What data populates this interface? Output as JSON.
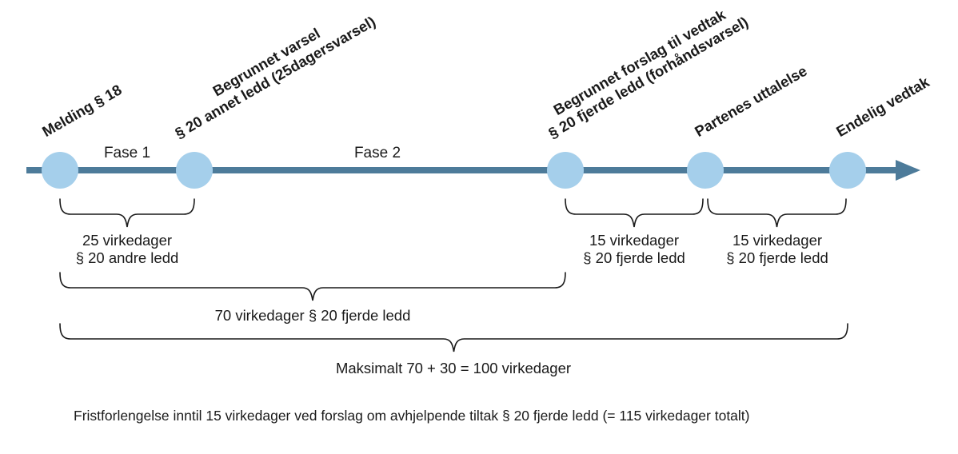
{
  "colors": {
    "background": "#ffffff",
    "node_fill": "#a5cfeb",
    "timeline": "#4d7b9a",
    "text": "#1a1a1a"
  },
  "timeline": {
    "phase_labels": [
      {
        "label": "Fase 1"
      },
      {
        "label": "Fase 2"
      }
    ],
    "milestones": [
      {
        "lines": [
          "Melding § 18"
        ]
      },
      {
        "lines": [
          "Begrunnet varsel",
          "§ 20 annet ledd (25dagersvarsel)"
        ]
      },
      {
        "lines": [
          "Begrunnet forslag til vedtak",
          "§ 20 fjerde ledd (forhåndsvarsel)"
        ]
      },
      {
        "lines": [
          "Partenes uttalelse"
        ]
      },
      {
        "lines": [
          "Endelig vedtak"
        ]
      }
    ]
  },
  "durations": {
    "phase1": {
      "lines": [
        "25 virkedager",
        "§ 20 andre ledd"
      ]
    },
    "proposal": {
      "lines": [
        "15 virkedager",
        "§ 20 fjerde ledd"
      ]
    },
    "statement": {
      "lines": [
        "15 virkedager",
        "§ 20 fjerde ledd"
      ]
    },
    "total70": {
      "label": "70 virkedager § 20 fjerde ledd"
    },
    "max100": {
      "label": "Maksimalt 70 + 30 = 100 virkedager"
    }
  },
  "footnote": "Fristforlengelse inntil 15 virkedager ved forslag om avhjelpende tiltak § 20 fjerde ledd (= 115 virkedager totalt)"
}
